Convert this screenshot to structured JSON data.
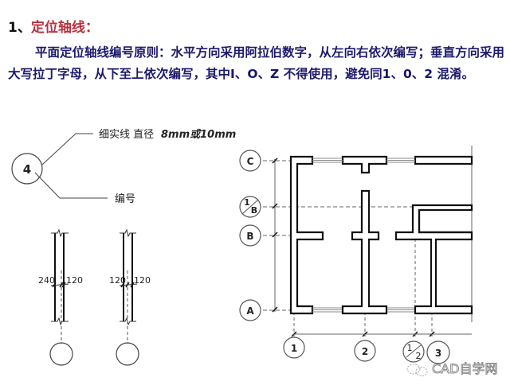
{
  "heading": {
    "number": "1、",
    "title": "定位轴线："
  },
  "paragraph": {
    "part1": "平面定位轴线编号原则：水平方向采用阿拉伯数字，从左向右依次编写；垂直方向采用大写拉丁字母，从下至上依次编写，其中",
    "letter_i": "I",
    "sep1": "、",
    "letter_o": "O",
    "sep2": "、",
    "letter_z": "Z",
    "part2": " 不得使用，避免同",
    "digit_1": "1",
    "sep3": "、",
    "digit_0": "0",
    "sep4": "、",
    "digit_2": "2",
    "part3": " 混淆。"
  },
  "legend": {
    "circle_label": "4",
    "line_note_prefix": "细实线  直径",
    "line_note_size": "8mm或10mm",
    "number_note": "编号"
  },
  "wall_details": {
    "left": {
      "dim_left": "240",
      "dim_right": "120"
    },
    "right": {
      "dim_left": "120",
      "dim_right": "120"
    }
  },
  "plan": {
    "row_axes": [
      "C",
      "1/B",
      "B",
      "A"
    ],
    "row_axis_sub": {
      "num": "1",
      "den": "B"
    },
    "col_axes": [
      "1",
      "2",
      "1/2",
      "3"
    ],
    "col_axis_sub": {
      "num": "1",
      "den": "2"
    }
  },
  "watermark": "CAD自学网"
}
